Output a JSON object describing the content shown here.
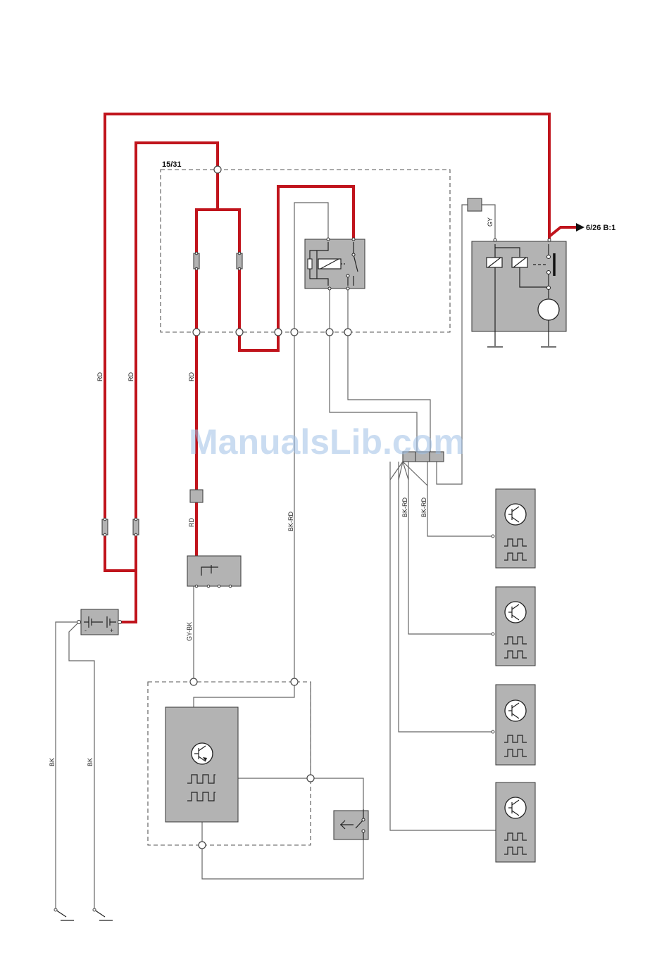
{
  "labels": {
    "fuse_box": "15/31",
    "connector_ref": "6/26 B:1",
    "gy": "GY",
    "rd": "RD",
    "bk_rd": "BK-RD",
    "gy_bk": "GY-BK",
    "bk": "BK",
    "minus": "-",
    "plus": "+"
  },
  "watermark": "ManualsLib.com",
  "colors": {
    "power_wire": "#c0141c",
    "signal_wire": "#666666",
    "component": "#b3b3b3"
  }
}
